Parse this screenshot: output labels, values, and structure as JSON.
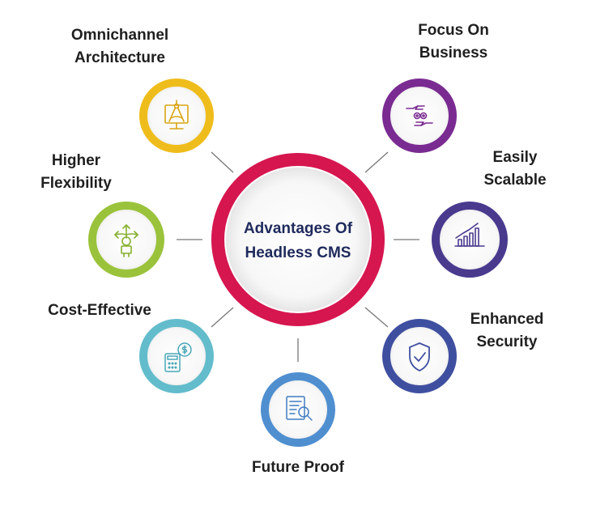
{
  "center": {
    "line1": "Advantages Of",
    "line2": "Headless CMS",
    "color": "#d6164f"
  },
  "nodes": [
    {
      "id": "omnichannel",
      "line1": "Omnichannel",
      "line2": "Architecture",
      "color": "#efbd1b",
      "icon": "drafting-compass-icon"
    },
    {
      "id": "focus",
      "line1": "Focus On",
      "line2": "Business",
      "color": "#7a2b91",
      "icon": "hands-gears-icon"
    },
    {
      "id": "flexibility",
      "line1": "Higher",
      "line2": "Flexibility",
      "color": "#9ac33b",
      "icon": "flexible-arrows-icon"
    },
    {
      "id": "scalable",
      "line1": "Easily",
      "line2": "Scalable",
      "color": "#4a3a8e",
      "icon": "bar-chart-icon"
    },
    {
      "id": "cost",
      "line1": "Cost-Effective",
      "line2": "",
      "color": "#63bccb",
      "icon": "calculator-coin-icon"
    },
    {
      "id": "security",
      "line1": "Enhanced",
      "line2": "Security",
      "color": "#3f4fa0",
      "icon": "shield-check-icon"
    },
    {
      "id": "future",
      "line1": "Future Proof",
      "line2": "",
      "color": "#4f8fd0",
      "icon": "document-search-icon"
    }
  ]
}
